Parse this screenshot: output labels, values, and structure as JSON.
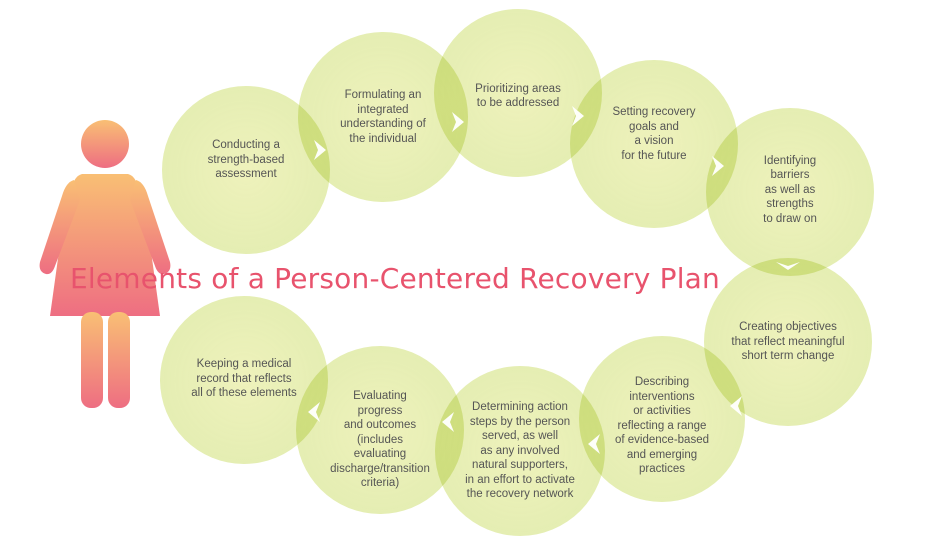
{
  "title": "Elements of a Person-Centered Recovery Plan",
  "colors": {
    "circle_fill": "#e3ecaa",
    "title": "#e8536d",
    "figure_top": "#f9bf74",
    "figure_bottom": "#ee6e82"
  },
  "icons": [
    "person-icon"
  ],
  "steps": [
    "Conducting a\nstrength-based\nassessment",
    "Formulating an\nintegrated\nunderstanding of\nthe individual",
    "Prioritizing areas\nto be addressed",
    "Setting recovery\ngoals and\na vision\nfor the future",
    "Identifying\nbarriers\nas well as\nstrengths\nto draw on",
    "Creating objectives\nthat reflect meaningful\nshort term change",
    "Describing\ninterventions\nor activities\nreflecting a range\nof evidence-based\nand emerging\npractices",
    "Determining action\nsteps by the person\nserved, as well\nas any involved\nnatural supporters,\nin an effort to activate\nthe recovery network",
    "Evaluating\nprogress\nand outcomes\n(includes\nevaluating\ndischarge/transition\ncriteria)",
    "Keeping a medical\nrecord that reflects\nall of these elements"
  ]
}
